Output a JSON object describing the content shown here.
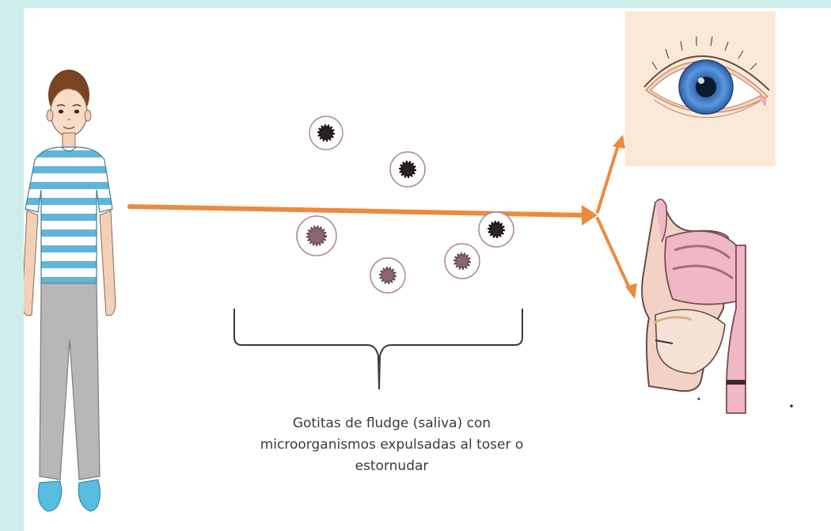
{
  "caption": {
    "lines": [
      "Gotitas de fludge (saliva) con",
      "microorganismos expulsadas al toser o",
      "estornudar"
    ]
  },
  "colors": {
    "background": "#cdeeea",
    "arrow": "#ec8a3e",
    "droplet_ring": "#a9869f",
    "germ_dark": "#2a2226",
    "germ_brown": "#8a6570",
    "iris": "#4f8ad4",
    "shirt_stripe": "#5fb6d6",
    "pants": "#b7b7b7",
    "nose_skin": "#efb8c4"
  },
  "figure": {
    "left": "child-figure",
    "droplets": [
      "germ-dark",
      "germ-dark",
      "germ-brown",
      "germ-dark",
      "germ-brown",
      "germ-brown"
    ],
    "targets": [
      "eye",
      "nose-and-mouth"
    ]
  }
}
